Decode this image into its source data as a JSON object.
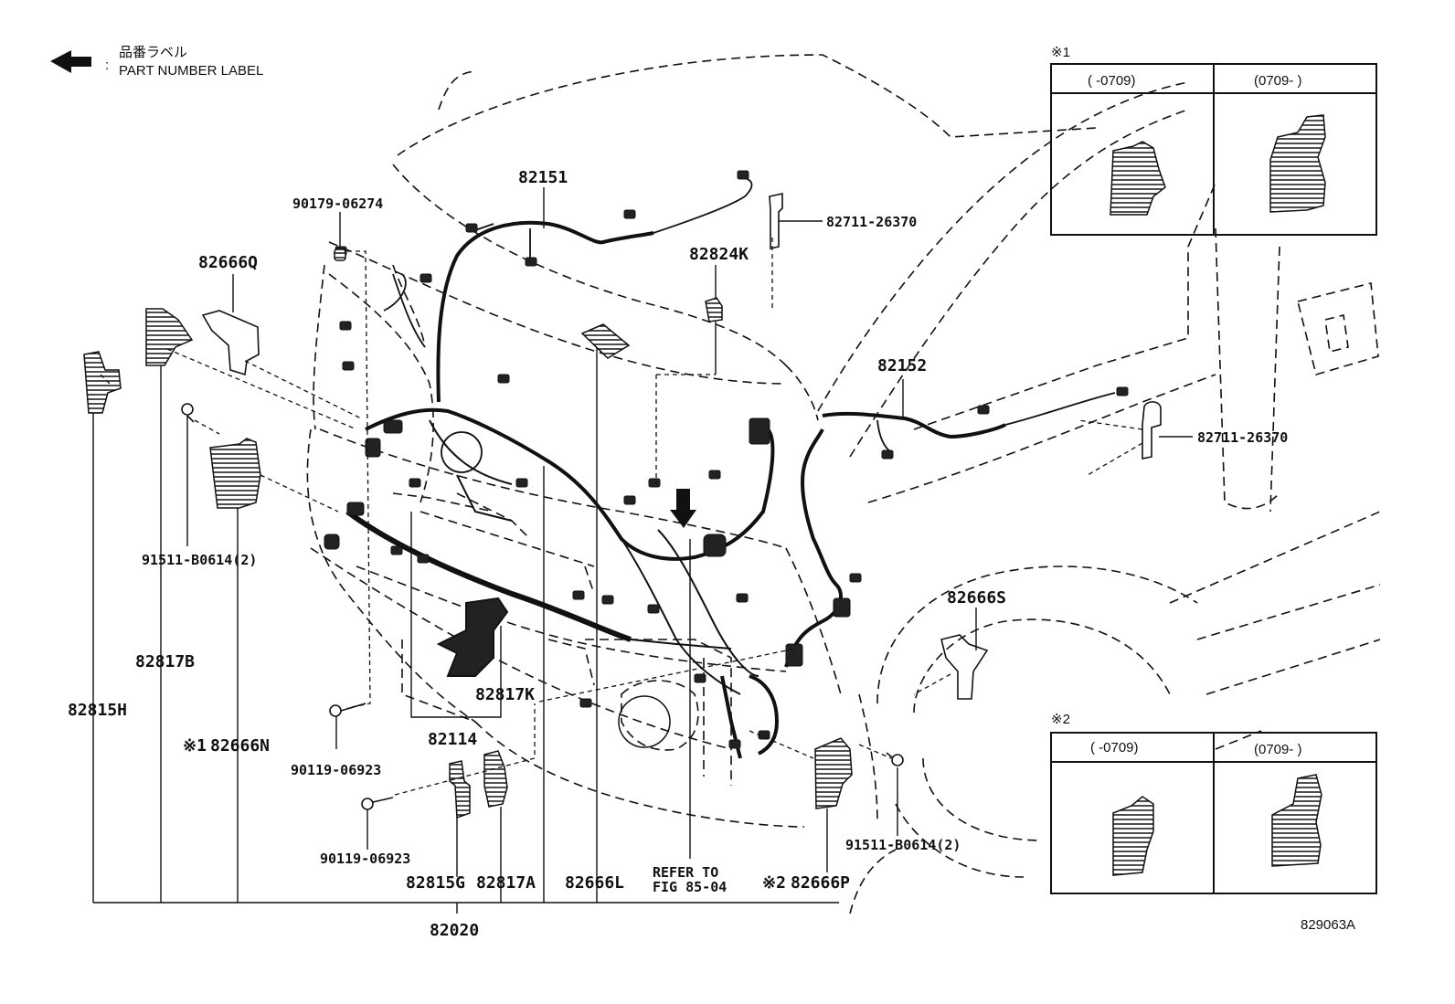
{
  "legend": {
    "label_jp": "品番ラベル",
    "label_en": "PART NUMBER LABEL"
  },
  "parts": {
    "p82151": "82151",
    "p90179": "90179-06274",
    "p82666Q": "82666Q",
    "p82711a": "82711-26370",
    "p82824K": "82824K",
    "p82152": "82152",
    "p82711b": "82711-26370",
    "p91511a": "91511-B0614(2)",
    "p82817B": "82817B",
    "p82815H": "82815H",
    "p82666N": "82666N",
    "p82666N_mark": "※1",
    "p82817K": "82817K",
    "p82114": "82114",
    "p90119a": "90119-06923",
    "p90119b": "90119-06923",
    "p82815G": "82815G",
    "p82817A": "82817A",
    "p82666L": "82666L",
    "refer1": "REFER TO",
    "refer2": "FIG 85-04",
    "p82666P": "82666P",
    "p82666P_mark": "※2",
    "p91511b": "91511-B0614(2)",
    "p82666S": "82666S",
    "p82020": "82020"
  },
  "inset1": {
    "mark": "※1",
    "col1": "(      -0709)",
    "col2": "(0709-      )"
  },
  "inset2": {
    "mark": "※2",
    "col1": "(      -0709)",
    "col2": "(0709-      )"
  },
  "figure_id": "829063A"
}
